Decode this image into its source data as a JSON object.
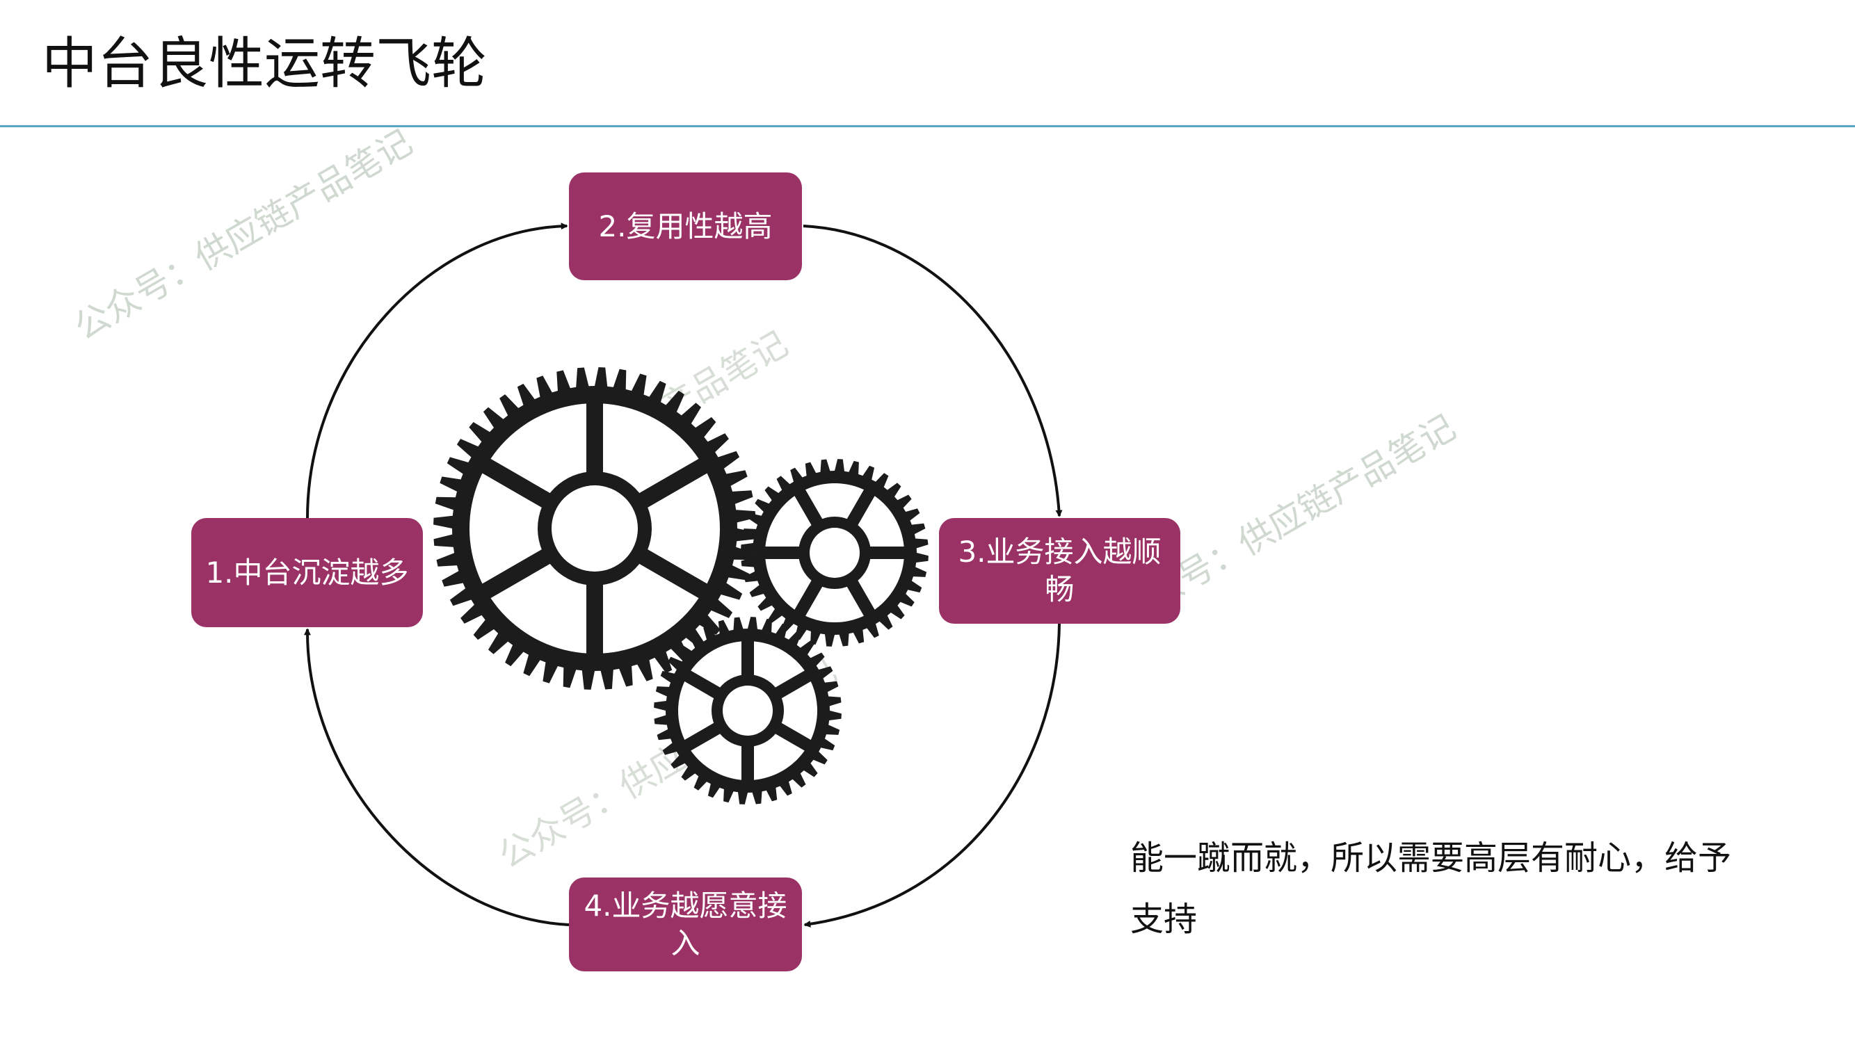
{
  "title": "中台良性运转飞轮",
  "colors": {
    "accent_box": "#9b3266",
    "rule": "#5ba4c7",
    "gear": "#1c1c1c",
    "watermark": "#cfd9cf",
    "text": "#111111"
  },
  "watermark": {
    "text": "公众号：供应链产品笔记"
  },
  "stages": [
    {
      "label": "1.中台沉淀越多"
    },
    {
      "label": "2.复用性越高"
    },
    {
      "label": "3.业务接入越顺畅"
    },
    {
      "label": "4.业务越愿意接入"
    }
  ],
  "icons": {
    "gears": "gears-icon"
  },
  "note": {
    "text": "能一蹴而就，所以需要高层有耐心，给予支持"
  }
}
